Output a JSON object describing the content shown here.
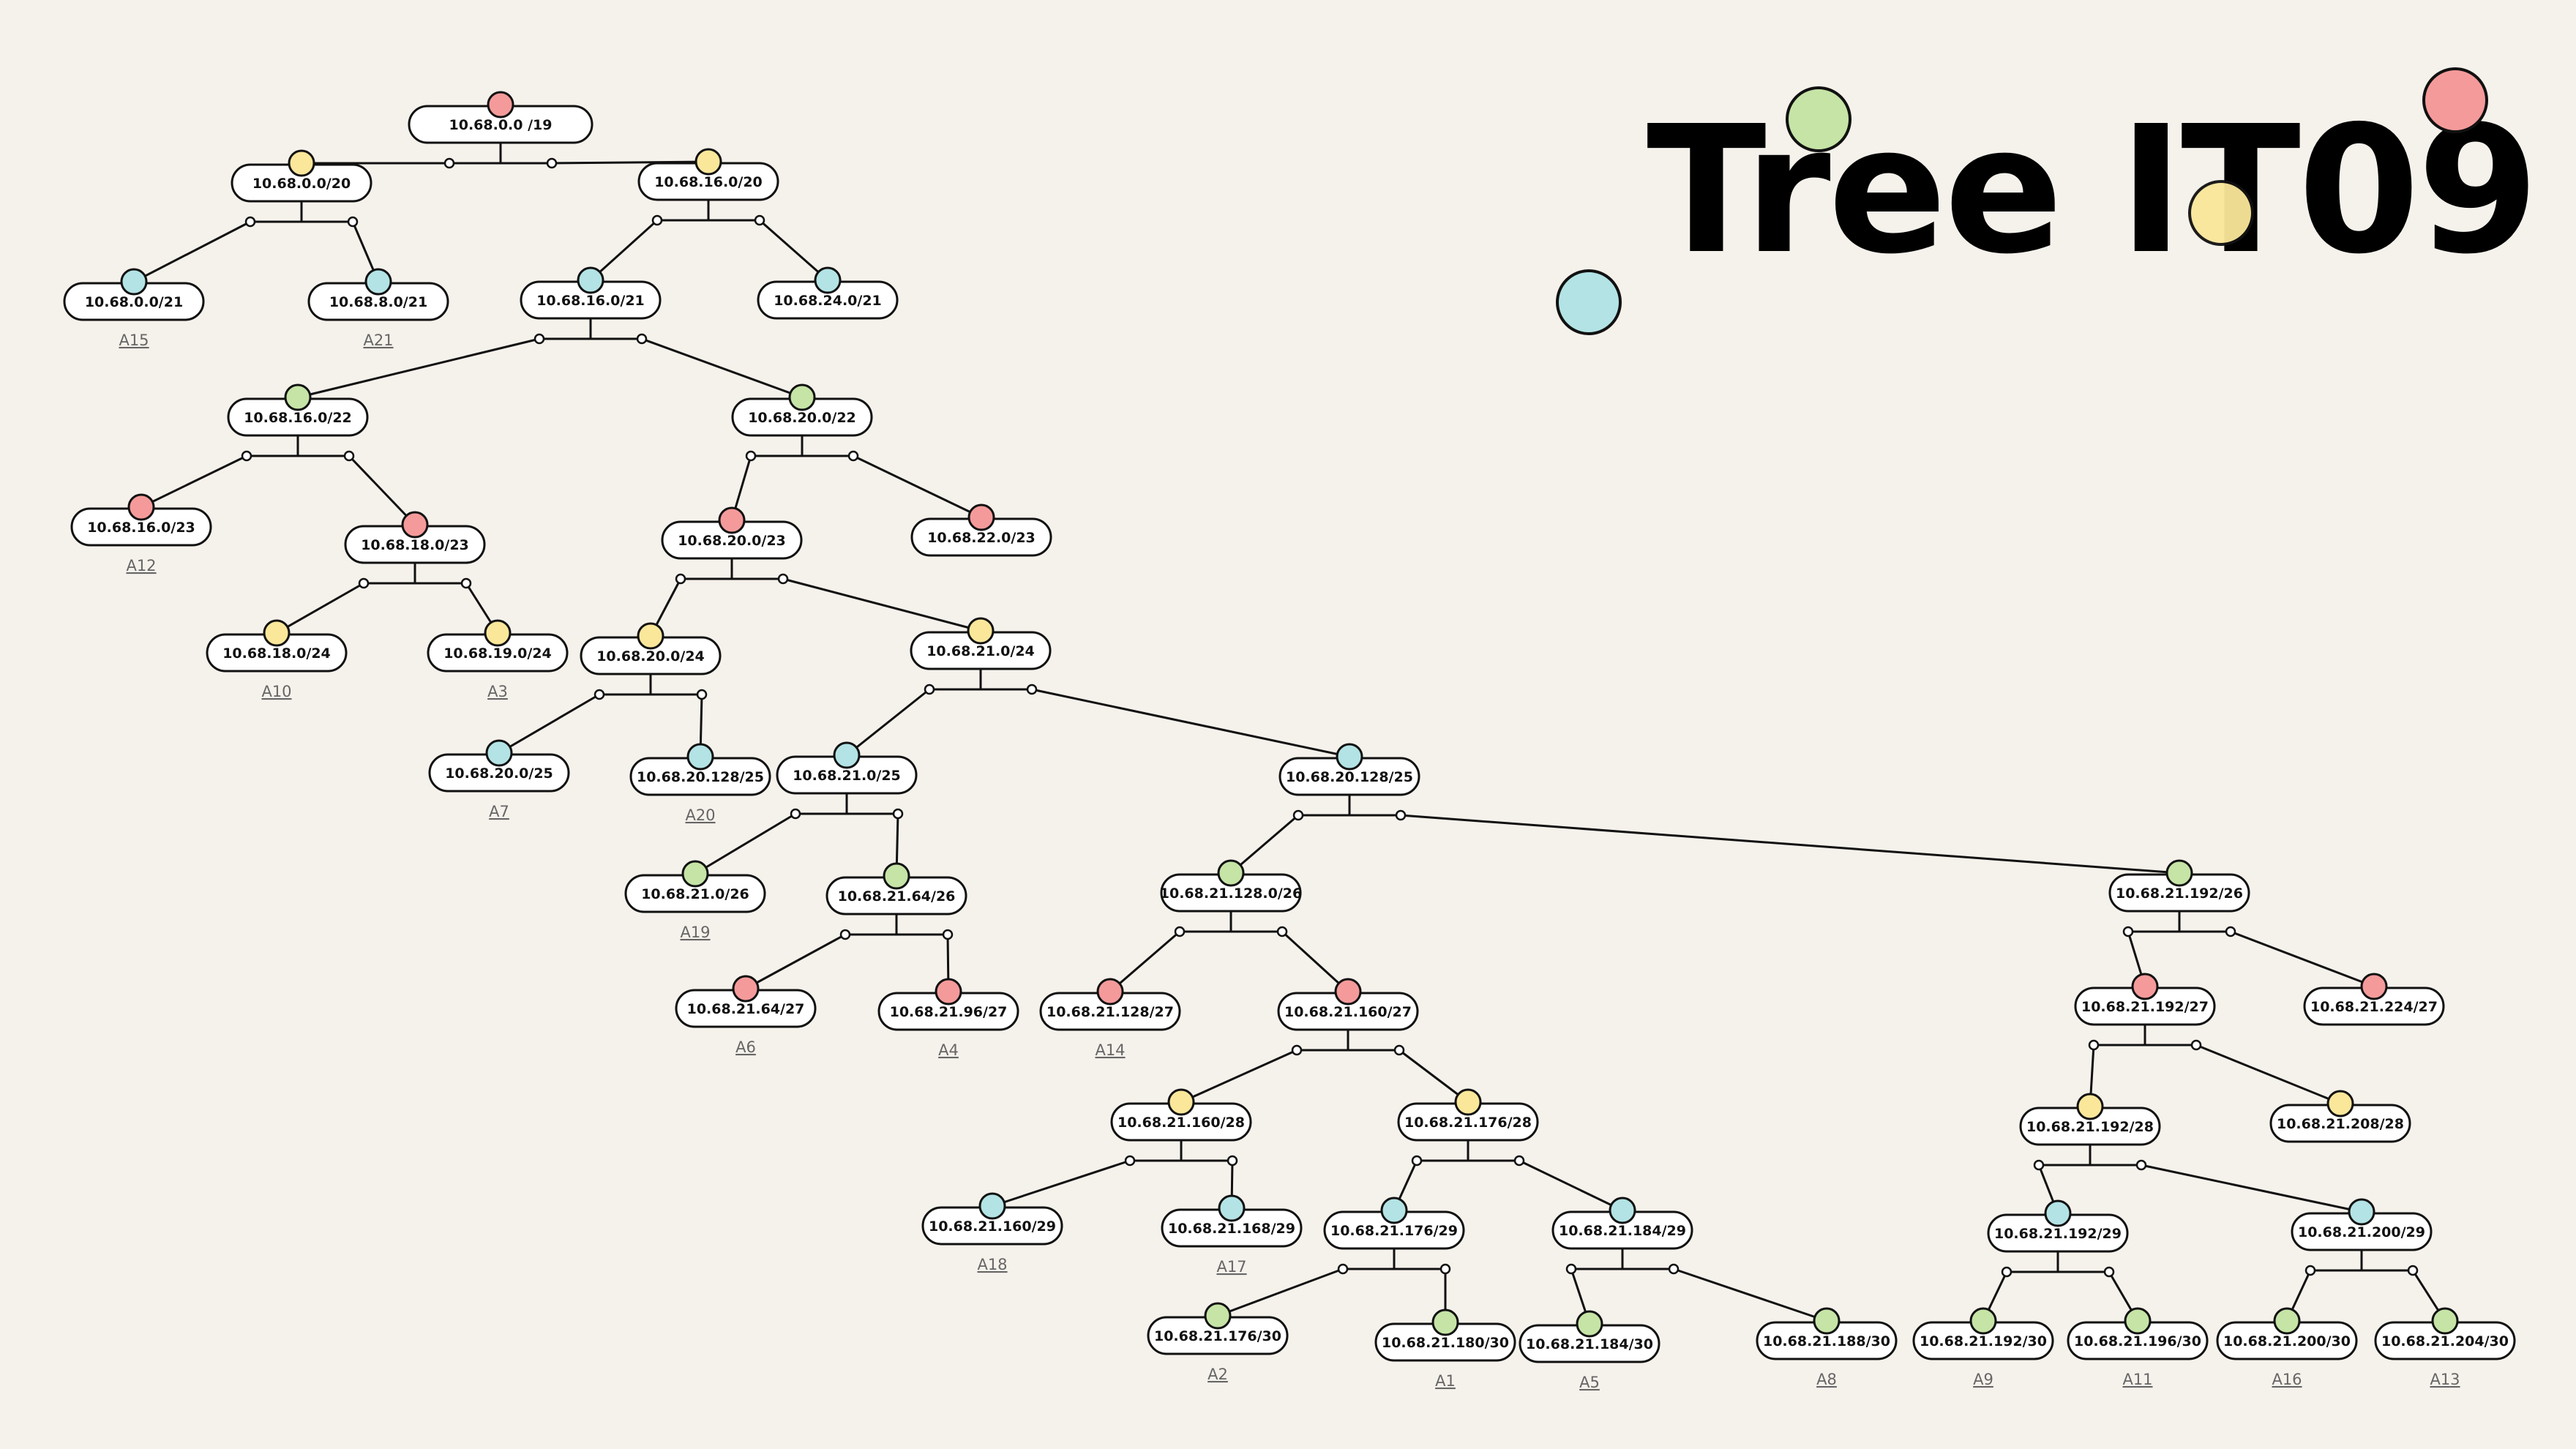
{
  "title": "Tree IT09",
  "colors": {
    "red": "#f59a9a",
    "yellow": "#fbe79a",
    "green": "#c5e4a6",
    "cyan": "#b3e3e5",
    "background": "#f5f1eb"
  },
  "nodes": [
    {
      "id": "n0",
      "label": "10.68.0.0 /19",
      "color": "red"
    },
    {
      "id": "n1",
      "label": "10.68.0.0/20",
      "color": "yellow"
    },
    {
      "id": "n2",
      "label": "10.68.16.0/20",
      "color": "yellow"
    },
    {
      "id": "n3",
      "label": "10.68.0.0/21",
      "color": "cyan",
      "leaf": "A15"
    },
    {
      "id": "n4",
      "label": "10.68.8.0/21",
      "color": "cyan",
      "leaf": "A21"
    },
    {
      "id": "n5",
      "label": "10.68.16.0/21",
      "color": "cyan"
    },
    {
      "id": "n6",
      "label": "10.68.24.0/21",
      "color": "cyan"
    },
    {
      "id": "n7",
      "label": "10.68.16.0/22",
      "color": "green"
    },
    {
      "id": "n8",
      "label": "10.68.20.0/22",
      "color": "green"
    },
    {
      "id": "n9",
      "label": "10.68.16.0/23",
      "color": "red",
      "leaf": "A12"
    },
    {
      "id": "n10",
      "label": "10.68.18.0/23",
      "color": "red"
    },
    {
      "id": "n11",
      "label": "10.68.18.0/24",
      "color": "yellow",
      "leaf": "A10"
    },
    {
      "id": "n12",
      "label": "10.68.19.0/24",
      "color": "yellow",
      "leaf": "A3"
    },
    {
      "id": "n13",
      "label": "10.68.20.0/23",
      "color": "red"
    },
    {
      "id": "n14",
      "label": "10.68.22.0/23",
      "color": "red"
    },
    {
      "id": "n15",
      "label": "10.68.20.0/24",
      "color": "yellow"
    },
    {
      "id": "n16",
      "label": "10.68.21.0/24",
      "color": "yellow"
    },
    {
      "id": "n17",
      "label": "10.68.20.0/25",
      "color": "cyan",
      "leaf": "A7"
    },
    {
      "id": "n18",
      "label": "10.68.20.128/25",
      "color": "cyan",
      "leaf": "A20"
    },
    {
      "id": "n19",
      "label": "10.68.21.0/25",
      "color": "cyan"
    },
    {
      "id": "n20",
      "label": "10.68.20.128/25",
      "color": "cyan"
    },
    {
      "id": "n21",
      "label": "10.68.21.0/26",
      "color": "green",
      "leaf": "A19"
    },
    {
      "id": "n22",
      "label": "10.68.21.64/26",
      "color": "green"
    },
    {
      "id": "n23",
      "label": "10.68.21.64/27",
      "color": "red",
      "leaf": "A6"
    },
    {
      "id": "n24",
      "label": "10.68.21.96/27",
      "color": "red",
      "leaf": "A4"
    },
    {
      "id": "n25",
      "label": "10.68.21.128.0/26",
      "color": "green"
    },
    {
      "id": "n26",
      "label": "10.68.21.192/26",
      "color": "green"
    },
    {
      "id": "n27",
      "label": "10.68.21.128/27",
      "color": "red",
      "leaf": "A14"
    },
    {
      "id": "n28",
      "label": "10.68.21.160/27",
      "color": "red"
    },
    {
      "id": "n29",
      "label": "10.68.21.160/28",
      "color": "yellow"
    },
    {
      "id": "n30",
      "label": "10.68.21.176/28",
      "color": "yellow"
    },
    {
      "id": "n31",
      "label": "10.68.21.160/29",
      "color": "cyan",
      "leaf": "A18"
    },
    {
      "id": "n32",
      "label": "10.68.21.168/29",
      "color": "cyan",
      "leaf": "A17"
    },
    {
      "id": "n33",
      "label": "10.68.21.176/29",
      "color": "cyan"
    },
    {
      "id": "n34",
      "label": "10.68.21.184/29",
      "color": "cyan"
    },
    {
      "id": "n35",
      "label": "10.68.21.176/30",
      "color": "green",
      "leaf": "A2"
    },
    {
      "id": "n36",
      "label": "10.68.21.180/30",
      "color": "green",
      "leaf": "A1"
    },
    {
      "id": "n37",
      "label": "10.68.21.184/30",
      "color": "green",
      "leaf": "A5"
    },
    {
      "id": "n38",
      "label": "10.68.21.188/30",
      "color": "green",
      "leaf": "A8"
    },
    {
      "id": "n39",
      "label": "10.68.21.192/27",
      "color": "red"
    },
    {
      "id": "n40",
      "label": "10.68.21.224/27",
      "color": "red"
    },
    {
      "id": "n41",
      "label": "10.68.21.192/28",
      "color": "yellow"
    },
    {
      "id": "n42",
      "label": "10.68.21.208/28",
      "color": "yellow"
    },
    {
      "id": "n43",
      "label": "10.68.21.192/29",
      "color": "cyan"
    },
    {
      "id": "n44",
      "label": "10.68.21.200/29",
      "color": "cyan"
    },
    {
      "id": "n45",
      "label": "10.68.21.192/30",
      "color": "green",
      "leaf": "A9"
    },
    {
      "id": "n46",
      "label": "10.68.21.196/30",
      "color": "green",
      "leaf": "A11"
    },
    {
      "id": "n47",
      "label": "10.68.21.200/30",
      "color": "green",
      "leaf": "A16"
    },
    {
      "id": "n48",
      "label": "10.68.21.204/30",
      "color": "green",
      "leaf": "A13"
    }
  ],
  "edges": [
    [
      "n0",
      "n1"
    ],
    [
      "n0",
      "n2"
    ],
    [
      "n1",
      "n3"
    ],
    [
      "n1",
      "n4"
    ],
    [
      "n2",
      "n5"
    ],
    [
      "n2",
      "n6"
    ],
    [
      "n5",
      "n7"
    ],
    [
      "n5",
      "n8"
    ],
    [
      "n7",
      "n9"
    ],
    [
      "n7",
      "n10"
    ],
    [
      "n10",
      "n11"
    ],
    [
      "n10",
      "n12"
    ],
    [
      "n8",
      "n13"
    ],
    [
      "n8",
      "n14"
    ],
    [
      "n13",
      "n15"
    ],
    [
      "n13",
      "n16"
    ],
    [
      "n15",
      "n17"
    ],
    [
      "n15",
      "n18"
    ],
    [
      "n16",
      "n19"
    ],
    [
      "n16",
      "n20"
    ],
    [
      "n19",
      "n21"
    ],
    [
      "n19",
      "n22"
    ],
    [
      "n22",
      "n23"
    ],
    [
      "n22",
      "n24"
    ],
    [
      "n20",
      "n25"
    ],
    [
      "n20",
      "n26"
    ],
    [
      "n25",
      "n27"
    ],
    [
      "n25",
      "n28"
    ],
    [
      "n28",
      "n29"
    ],
    [
      "n28",
      "n30"
    ],
    [
      "n29",
      "n31"
    ],
    [
      "n29",
      "n32"
    ],
    [
      "n30",
      "n33"
    ],
    [
      "n30",
      "n34"
    ],
    [
      "n33",
      "n35"
    ],
    [
      "n33",
      "n36"
    ],
    [
      "n34",
      "n37"
    ],
    [
      "n34",
      "n38"
    ],
    [
      "n26",
      "n39"
    ],
    [
      "n26",
      "n40"
    ],
    [
      "n39",
      "n41"
    ],
    [
      "n39",
      "n42"
    ],
    [
      "n41",
      "n43"
    ],
    [
      "n41",
      "n44"
    ],
    [
      "n43",
      "n45"
    ],
    [
      "n43",
      "n46"
    ],
    [
      "n44",
      "n47"
    ],
    [
      "n44",
      "n48"
    ]
  ]
}
